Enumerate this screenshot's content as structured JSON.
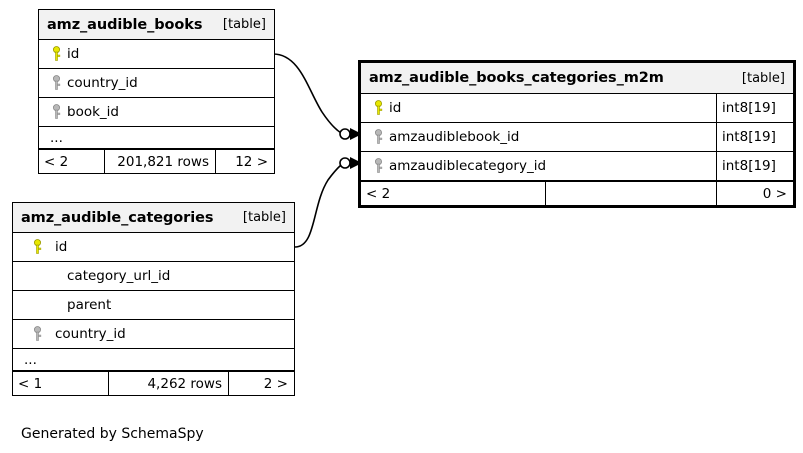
{
  "diagram": {
    "caption": "Generated by SchemaSpy",
    "table_tag": "[table]",
    "ellipsis": "...",
    "colors": {
      "primary_key": "#e8e800",
      "foreign_key": "#a8a8a8",
      "header_bg": "#f2f2f2",
      "border": "#000000",
      "background": "#ffffff"
    }
  },
  "tables": {
    "books": {
      "name": "amz_audible_books",
      "tag": "[table]",
      "columns": [
        {
          "label": "id",
          "key": "primary"
        },
        {
          "label": "country_id",
          "key": "foreign"
        },
        {
          "label": "book_id",
          "key": "foreign"
        }
      ],
      "ellipsis": "...",
      "footer": {
        "left": "< 2",
        "mid": "201,821 rows",
        "right": "12 >"
      }
    },
    "m2m": {
      "name": "amz_audible_books_categories_m2m",
      "tag": "[table]",
      "columns": [
        {
          "label": "id",
          "key": "primary",
          "type": "int8[19]"
        },
        {
          "label": "amzaudiblebook_id",
          "key": "foreign",
          "type": "int8[19]"
        },
        {
          "label": "amzaudiblecategory_id",
          "key": "foreign",
          "type": "int8[19]"
        }
      ],
      "footer": {
        "left": "< 2",
        "mid": "",
        "right": "0 >"
      }
    },
    "categories": {
      "name": "amz_audible_categories",
      "tag": "[table]",
      "columns": [
        {
          "label": "id",
          "key": "primary"
        },
        {
          "label": "category_url_id",
          "key": "none"
        },
        {
          "label": "parent",
          "key": "none"
        },
        {
          "label": "country_id",
          "key": "foreign"
        }
      ],
      "ellipsis": "...",
      "footer": {
        "left": "< 1",
        "mid": "4,262 rows",
        "right": "2 >"
      }
    }
  },
  "relationships": [
    {
      "from": "amz_audible_books.id",
      "to": "amz_audible_books_categories_m2m.amzaudiblebook_id",
      "cardinality": "zero-or-many"
    },
    {
      "from": "amz_audible_categories.id",
      "to": "amz_audible_books_categories_m2m.amzaudiblecategory_id",
      "cardinality": "zero-or-many"
    }
  ]
}
